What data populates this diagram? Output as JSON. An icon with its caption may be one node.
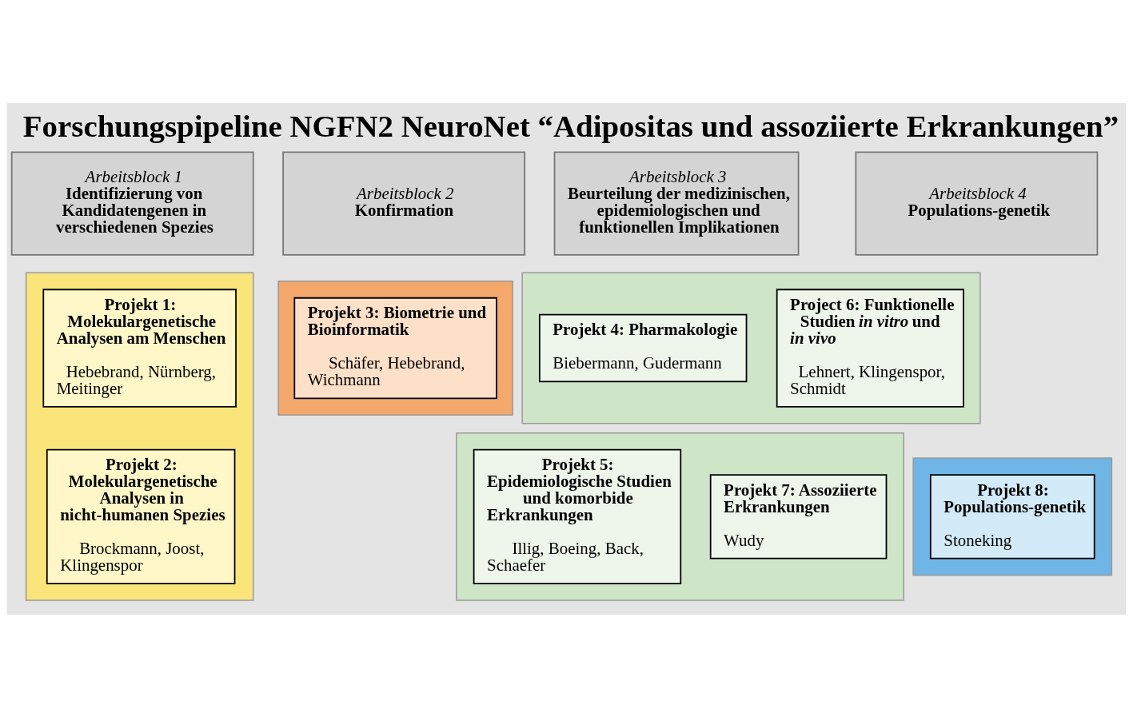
{
  "diagram": {
    "title": "Forschungspipeline NGFN2 NeuroNet “Adipositas und assoziierte Erkrankungen”",
    "nodes": [
      {
        "text": [
          "Arbeitsblock 1",
          "Identifizierung von Kandidatengenen in verschiedenen Spezies"
        ]
      },
      {
        "text": [
          "Arbeitsblock 2",
          "Konfirmation"
        ]
      },
      {
        "text": [
          "Arbeitsblock 3",
          "Beurteilung der medizinischen, epidemiologischen und funktionellen Implikationen"
        ]
      },
      {
        "text": [
          "Arbeitsblock 4",
          "Populations-genetik"
        ]
      },
      {
        "text": [],
        "shape": "box"
      },
      {
        "text": [
          "Projekt 1: Molekulargenetische Analysen am Menschen",
          "Hebebrand, Nürnberg, Meitinger"
        ],
        "in": 4
      },
      {
        "text": [
          "Projekt 2: Molekulargenetische Analysen in nicht-humanen Spezies",
          "Brockmann, Joost, Klingenspor"
        ],
        "in": 4
      },
      {
        "text": [],
        "shape": "box"
      },
      {
        "text": [
          "Projekt 3: Biometrie und Bioinformatik",
          "Schäfer, Hebebrand, Wichmann"
        ],
        "in": 7
      },
      {
        "text": [],
        "shape": "box"
      },
      {
        "text": [
          "Projekt 4: Pharmakologie",
          "Biebermann, Gudermann"
        ],
        "in": 9
      },
      {
        "text": [
          "Project 6: Funktionelle Studien *in vitro* und *in vivo*",
          "Lehnert, Klingenspor, Schmidt"
        ],
        "in": 9
      },
      {
        "text": [],
        "shape": "box"
      },
      {
        "text": [
          "Projekt 5: Epidemiologische Studien und komorbide Erkrankungen",
          "Illig, Boeing, Back, Schaefer"
        ],
        "in": 12
      },
      {
        "text": [
          "Projekt 7: Assoziierte Erkrankungen",
          "Wudy"
        ],
        "in": 12
      },
      {
        "text": [],
        "shape": "box"
      },
      {
        "text": [
          "Projekt 8: Populations-genetik",
          "Stoneking"
        ],
        "in": 15
      }
    ]
  }
}
